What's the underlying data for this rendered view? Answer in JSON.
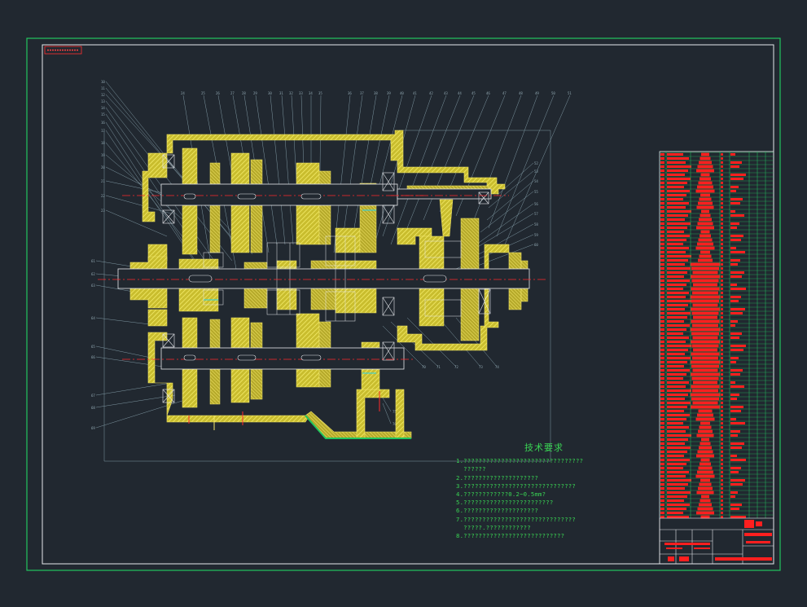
{
  "drawing": {
    "stamp_label": "",
    "title_block_code": "",
    "tech_requirements": {
      "title": "技术要求",
      "lines": [
        "1.????????????????????????????????",
        "  ??????",
        "2.????????????????????",
        "3.??????????????????????????????",
        "4.????????????0.2~0.5mm?",
        "5.????????????????????????",
        "6.????????????????????",
        "7.??????????????????????????????",
        "  ?????.????????????",
        "8.???????????????????????????"
      ]
    }
  },
  "colors": {
    "background": "#212830",
    "border_outer": "#22c55e",
    "border_inner": "#e5e7eb",
    "section_hatch": "#e6d64a",
    "centerline": "#ff2a2a",
    "leader": "#8fa6b0",
    "parts_table_red": "#ff1f1f",
    "parts_table_green": "#22c55e"
  },
  "icons": [
    "gear-section",
    "bearing-cross",
    "shaft",
    "leader-balloon"
  ]
}
